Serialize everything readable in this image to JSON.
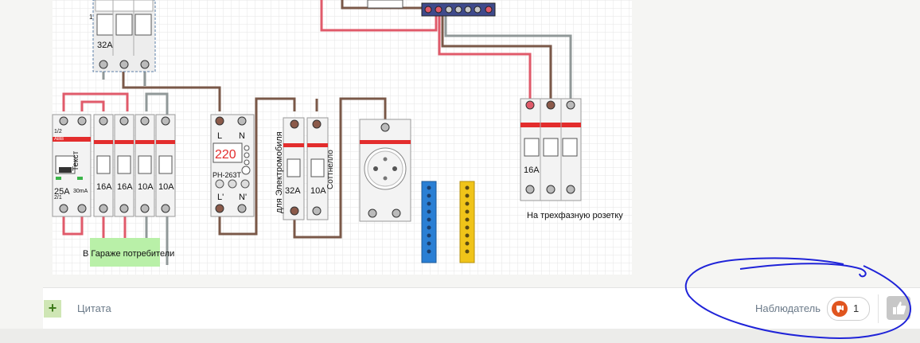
{
  "diagram": {
    "breaker_32a_top": "32A",
    "breaker_32a_top_marker": "1",
    "rcbo_rating": "25A",
    "rcbo_sub": "30mA",
    "rcbo_text": "Текст",
    "rcbo_top_terms": "1/2",
    "rcbo_bot_terms": "2/1",
    "breaker_labels": [
      "16A",
      "16A",
      "10A",
      "10A"
    ],
    "garage_label": "В Гараже потребители",
    "relay_top_l": "L",
    "relay_top_n": "N",
    "relay_display": "220",
    "relay_model": "РН-263Т",
    "relay_bot_l": "L'",
    "relay_bot_n": "N'",
    "ev_label": "для Электромобиля",
    "ev_breaker": "32A",
    "socket_label": "Соттнелло",
    "socket_breaker": "10A",
    "three_phase_breaker": "16A",
    "three_phase_label": "На трехфазную розетку",
    "brand": "ABB"
  },
  "footer": {
    "add_label": "+",
    "quote_label": "Цитата",
    "user_role": "Наблюдатель",
    "reputation": "1"
  },
  "colors": {
    "phase": "#e05a6a",
    "neutral": "#7a5848",
    "ground": "#909898",
    "annotation": "#1f23d8",
    "accent": "#3d7a1a"
  }
}
